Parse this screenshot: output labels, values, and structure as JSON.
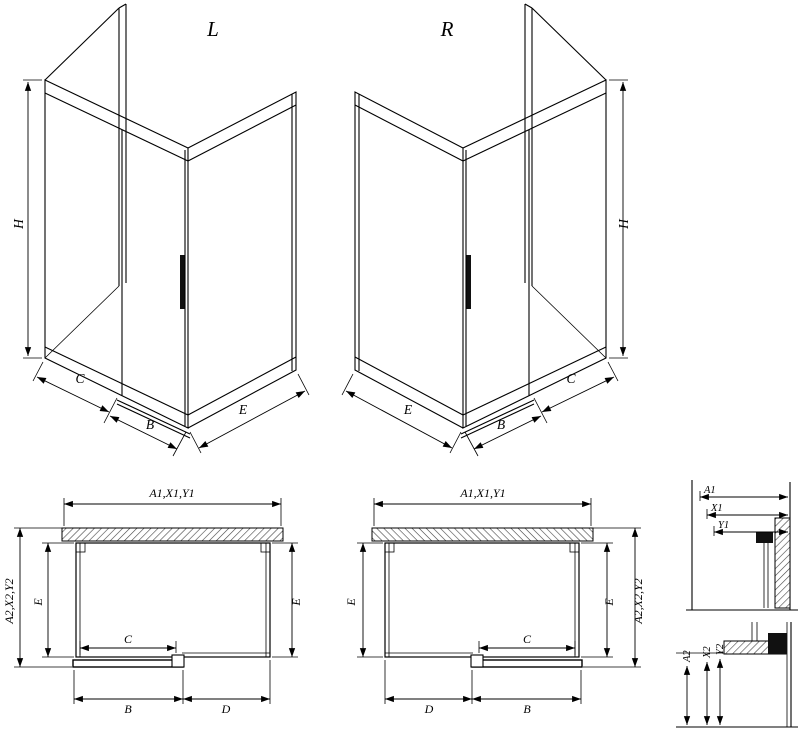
{
  "page": {
    "background": "#ffffff",
    "line_color": "#000000"
  },
  "iso_left": {
    "title": "L",
    "dim_height": "H",
    "dim_front_fixed": "C",
    "dim_door": "B",
    "dim_side": "E"
  },
  "iso_right": {
    "title": "R",
    "dim_height": "H",
    "dim_front_fixed": "C",
    "dim_door": "B",
    "dim_side": "E"
  },
  "plan_left": {
    "dim_width_top": "A1,X1,Y1",
    "dim_depth_outer": "A2,X2,Y2",
    "dim_depth_left": "E",
    "dim_depth_right": "E",
    "dim_opening": "C",
    "dim_door": "B",
    "dim_fixed_panel": "D"
  },
  "plan_right": {
    "dim_width_top": "A1,X1,Y1",
    "dim_depth_outer": "A2,X2,Y2",
    "dim_depth_left": "E",
    "dim_depth_right": "E",
    "dim_opening": "C",
    "dim_door": "B",
    "dim_fixed_panel": "D"
  },
  "detail_top": {
    "dim_a": "A1",
    "dim_x": "X1",
    "dim_y": "Y1"
  },
  "detail_bottom": {
    "dim_a": "A2",
    "dim_x": "X2",
    "dim_y": "Y2"
  }
}
